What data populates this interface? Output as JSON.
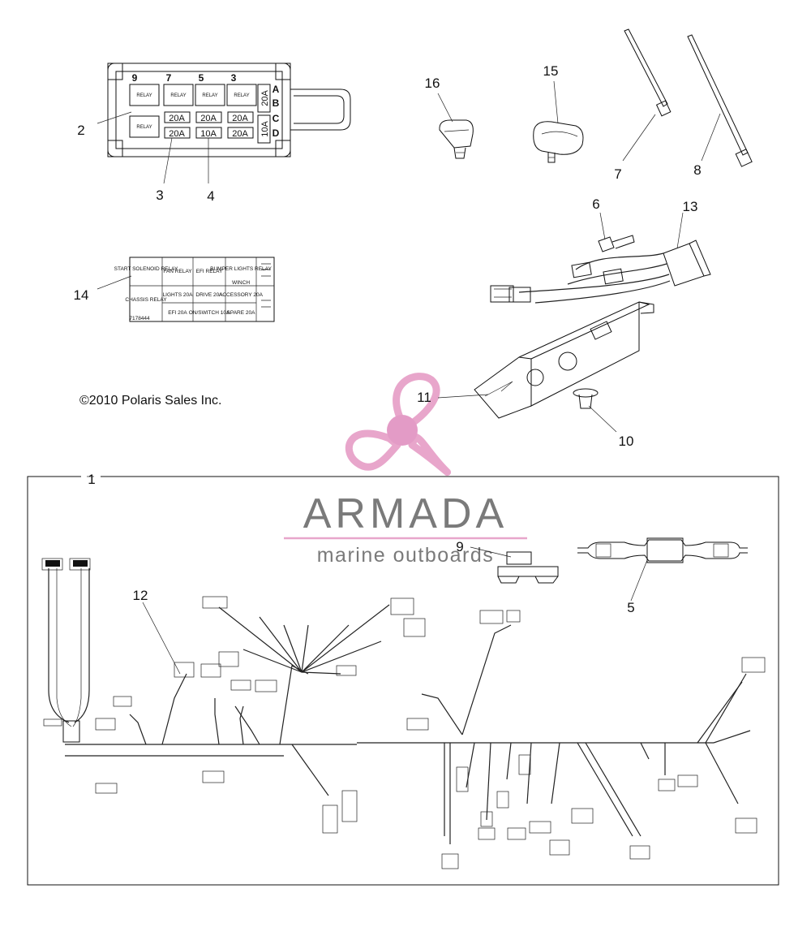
{
  "copyright": "©2010 Polaris Sales Inc.",
  "watermark": {
    "brand": "ARMADA",
    "tagline": "marine outboards",
    "accent_color": "#e8a6cb",
    "text_color": "#7a7a7a"
  },
  "callouts": {
    "c1": "1",
    "c2": "2",
    "c3": "3",
    "c4": "4",
    "c5": "5",
    "c6": "6",
    "c7": "7",
    "c8": "8",
    "c9": "9",
    "c10": "10",
    "c11": "11",
    "c12": "12",
    "c13": "13",
    "c14": "14",
    "c15": "15",
    "c16": "16"
  },
  "fuse_box": {
    "top_numbers": [
      "9",
      "7",
      "5",
      "3"
    ],
    "row_letters": [
      "A",
      "B",
      "C",
      "D"
    ],
    "relay_label": "RELAY",
    "fuses_row1": [
      "20A",
      "20A",
      "20A"
    ],
    "fuses_row2": [
      "20A",
      "10A",
      "20A"
    ],
    "side_fuse_top": "20A",
    "side_fuse_bottom": "10A"
  },
  "fuse_label": {
    "r1c1": "START SOLENOID RELAY",
    "r1c2": "FAN RELAY",
    "r1c3": "EFI RELAY",
    "r1c4": "BUMPER LIGHTS RELAY",
    "r1c4b": "WINCH",
    "r2c1": "CHASSIS RELAY",
    "r2c2": "LIGHTS 20A",
    "r2c3": "DRIVE 20A",
    "r2c4": "ACCESSORY 20A",
    "r3c2": "EFI 20A",
    "r3c3": "ON/SWITCH 10A",
    "r3c4": "SPARE 20A",
    "part_no": "7178444"
  }
}
